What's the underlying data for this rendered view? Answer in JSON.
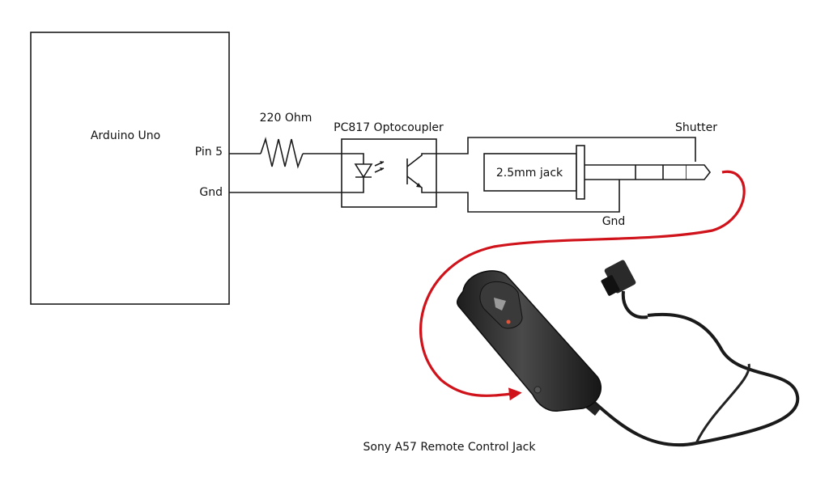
{
  "labels": {
    "arduino": "Arduino Uno",
    "pin5": "Pin 5",
    "gnd_left": "Gnd",
    "resistor": "220 Ohm",
    "optocoupler": "PC817 Optocoupler",
    "shutter": "Shutter",
    "jack": "2.5mm jack",
    "gnd_jack": "Gnd",
    "remote": "Sony A57 Remote Control Jack"
  },
  "colors": {
    "wire": "#1a1a1a",
    "arrow": "#d0121b",
    "remote_body": "#2b2b2b",
    "led_indicator": "#e2553a"
  },
  "icons": {
    "led": "led-emitter-icon",
    "phototransistor": "phototransistor-icon",
    "resistor": "resistor-zigzag-icon"
  }
}
